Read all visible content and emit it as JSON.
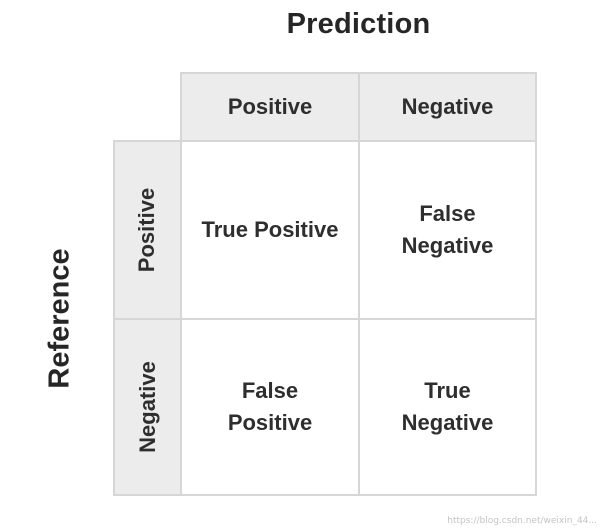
{
  "titles": {
    "prediction": "Prediction",
    "reference": "Reference"
  },
  "headers": {
    "columns": [
      "Positive",
      "Negative"
    ],
    "rows": [
      "Positive",
      "Negative"
    ]
  },
  "cells": {
    "tp": "True Positive",
    "fn": "False Negative",
    "fp": "False Positive",
    "tn": "True Negative"
  },
  "watermark": "https://blog.csdn.net/weixin_44..."
}
